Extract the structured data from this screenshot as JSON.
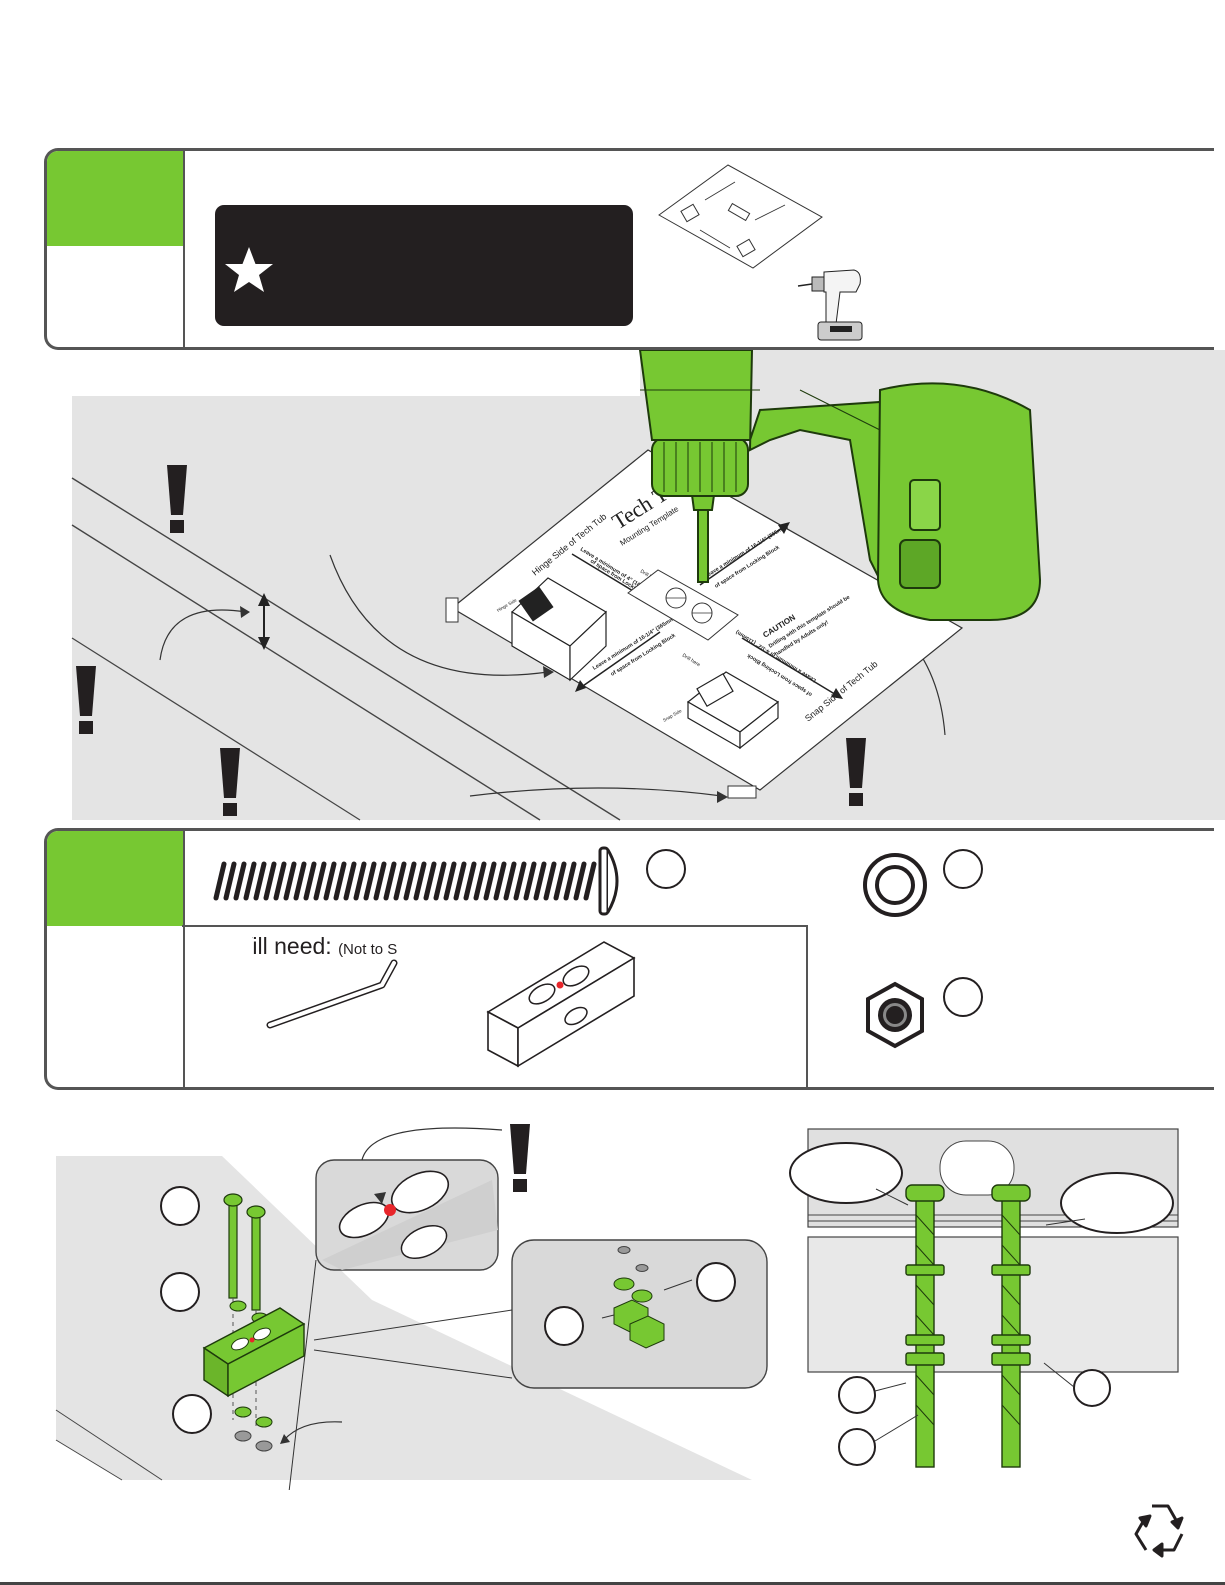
{
  "step_one": {
    "template_sheet": {
      "title": "Tech Tub",
      "subtitle": "Mounting Template",
      "hinge_side": "Hinge Side of Tech Tub",
      "snap_side": "Snap Side of Tech Tub",
      "clearance_top": "Leave a minimum of 4\" (100mm)",
      "clearance_top_2": "of space from Locking Block",
      "clearance_mid": "Leave a minimum of 16-1/4\" (365mm)",
      "clearance_mid_2": "of space from Locking Block",
      "clearance_left": "Leave a minimum of 16-1/4\" (365mm)",
      "clearance_left_2": "of space from Locking Block",
      "clearance_bottom": "Leave a minimum of 4-1/2\" (115mm)",
      "clearance_bottom_2": "of space from Locking Block",
      "drill_here_1": "Drill here",
      "drill_here_2": "Drill here",
      "caution_title": "CAUTION",
      "caution_text_1": "Drilling with this template should be",
      "caution_text_2": "handled by Adults only!",
      "hinge_small": "Hinge Side",
      "snap_small": "Snap Side"
    }
  },
  "step_two": {
    "will_need": "/ill need:",
    "not_to_scale": "(Not to S"
  },
  "colors": {
    "accent_green": "#77c832",
    "panel_border": "#555555",
    "note_box": "#231f20",
    "marker_red": "#e8262b",
    "surface_gray": "#e4e4e4"
  },
  "icons": [
    "star-icon",
    "exclamation-icon",
    "recycle-icon",
    "drill-icon",
    "bolt-icon",
    "washer-icon",
    "hex-nut-icon",
    "allen-key-icon",
    "locking-block-icon"
  ]
}
